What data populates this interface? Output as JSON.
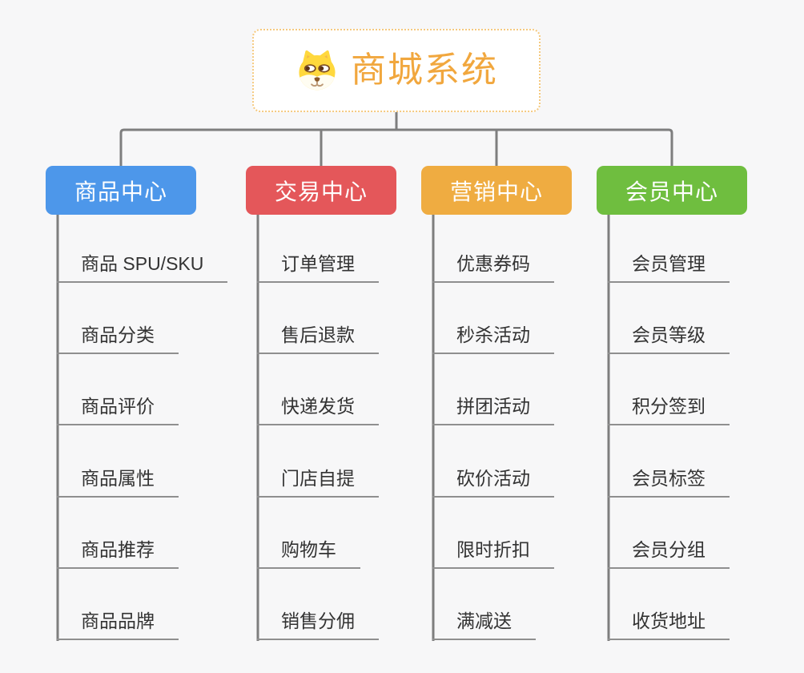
{
  "root": {
    "title": "商城系统",
    "icon": "shiba-dog-icon"
  },
  "branches": [
    {
      "id": "product-center",
      "label": "商品中心",
      "color": "#4d97ea",
      "items": [
        "商品 SPU/SKU",
        "商品分类",
        "商品评价",
        "商品属性",
        "商品推荐",
        "商品品牌"
      ]
    },
    {
      "id": "trade-center",
      "label": "交易中心",
      "color": "#e4575a",
      "items": [
        "订单管理",
        "售后退款",
        "快递发货",
        "门店自提",
        "购物车",
        "销售分佣"
      ]
    },
    {
      "id": "marketing-center",
      "label": "营销中心",
      "color": "#efac41",
      "items": [
        "优惠券码",
        "秒杀活动",
        "拼团活动",
        "砍价活动",
        "限时折扣",
        "满减送"
      ]
    },
    {
      "id": "member-center",
      "label": "会员中心",
      "color": "#6fbe3f",
      "items": [
        "会员管理",
        "会员等级",
        "积分签到",
        "会员标签",
        "会员分组",
        "收货地址"
      ]
    }
  ],
  "colors": {
    "background": "#f7f7f8",
    "connector": "#7e7e7e",
    "leaf_text": "#333333",
    "leaf_underline": "#8f8f8f",
    "root_text": "#f1a73e",
    "root_border": "#f5c97f",
    "root_background": "#ffffff",
    "dog_yellow": "#ffd83d",
    "dog_cream": "#fffdf2",
    "dog_brown": "#8b5a2b"
  }
}
